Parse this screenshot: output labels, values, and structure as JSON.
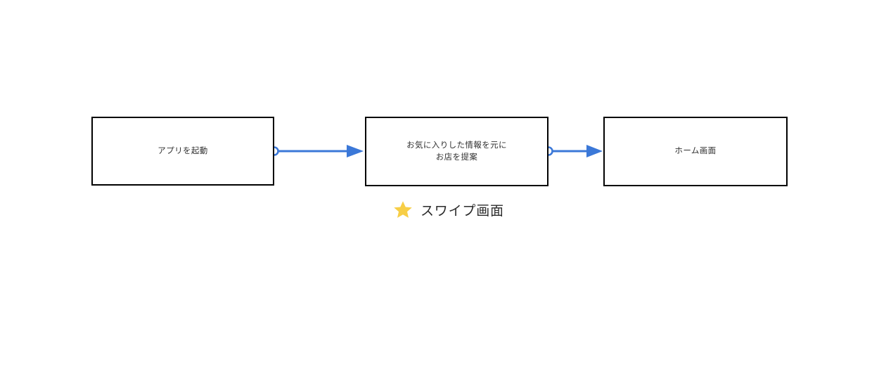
{
  "diagram": {
    "type": "flowchart",
    "title": "",
    "background_color": "#ffffff",
    "nodes": [
      {
        "id": "start",
        "name": "node-app-launch",
        "label": "アプリを起動",
        "shape": "rectangle",
        "border_color": "#000000",
        "fill_color": "#ffffff",
        "text_color": "#303030"
      },
      {
        "id": "suggest",
        "name": "node-suggest-shop",
        "label": "お気に入りした情報を元に\nお店を提案",
        "shape": "rectangle",
        "border_color": "#000000",
        "fill_color": "#ffffff",
        "text_color": "#303030"
      },
      {
        "id": "home",
        "name": "node-home-screen",
        "label": "ホーム画面",
        "shape": "rectangle",
        "border_color": "#000000",
        "fill_color": "#ffffff",
        "text_color": "#303030"
      }
    ],
    "edges": [
      {
        "id": "edge-1",
        "from": "start",
        "to": "suggest",
        "label": "",
        "color": "#3b78d8",
        "source_marker": "circle-open",
        "target_marker": "arrow-filled"
      },
      {
        "id": "edge-2",
        "from": "suggest",
        "to": "home",
        "label": "",
        "color": "#3b78d8",
        "source_marker": "circle-open",
        "target_marker": "arrow-filled"
      }
    ],
    "annotations": [
      {
        "id": "swipe",
        "icon": "star-icon",
        "icon_color": "#f7ce46",
        "text": "スワイプ画面",
        "text_color": "#2b2b2b",
        "attached_to": "suggest"
      }
    ]
  }
}
